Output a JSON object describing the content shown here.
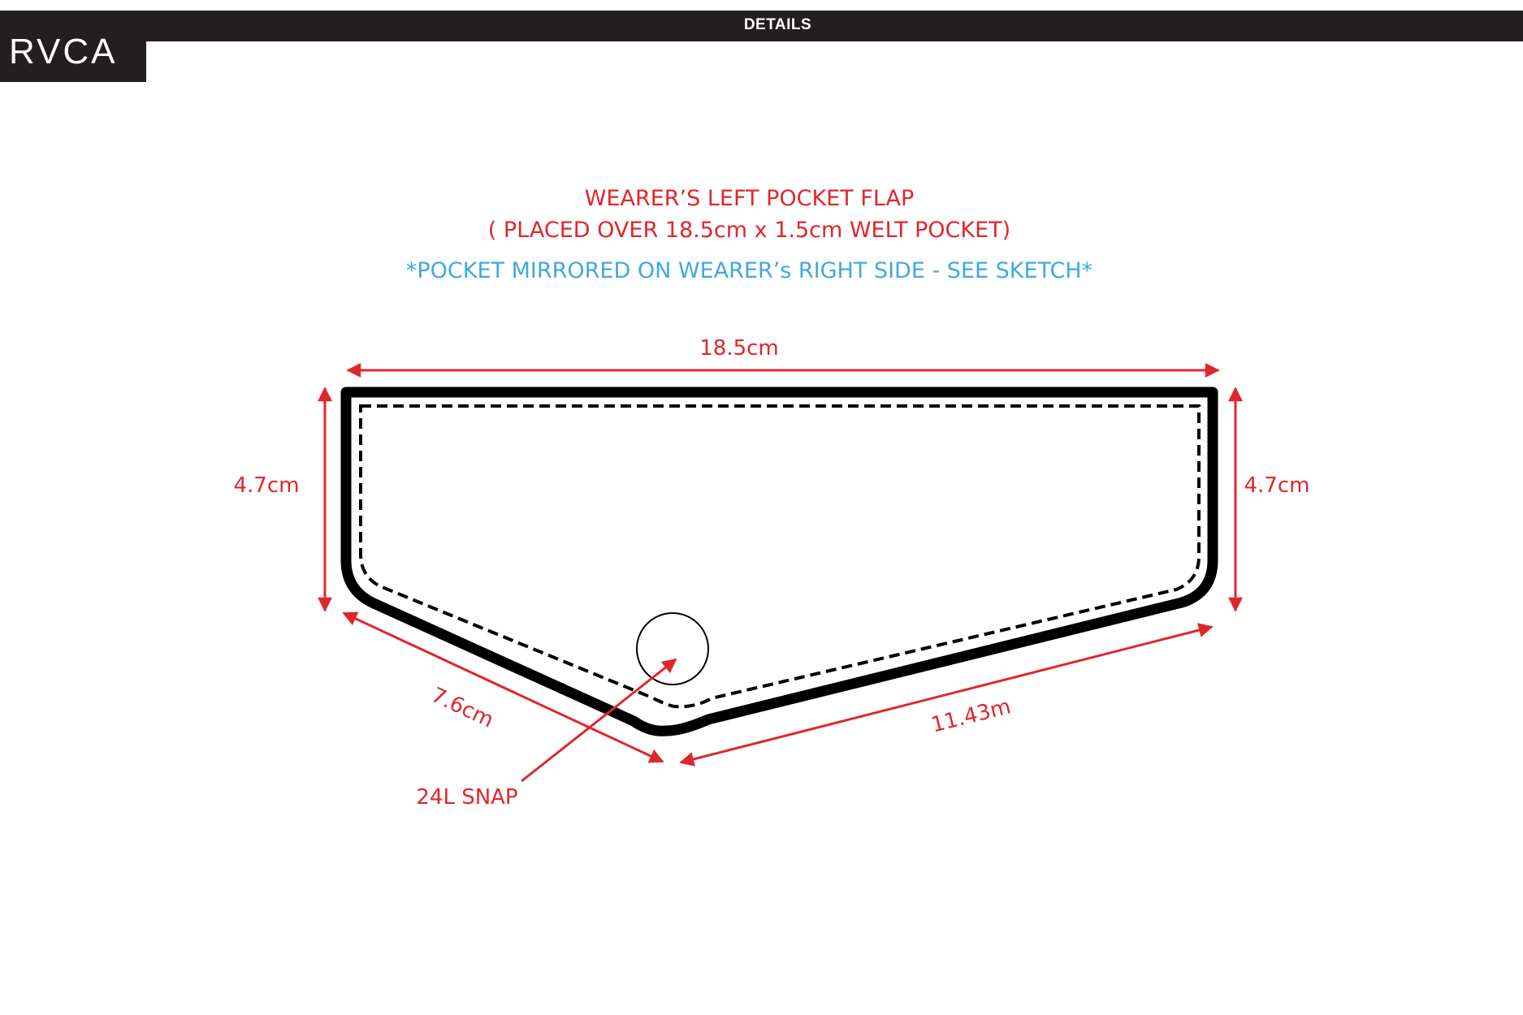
{
  "header": {
    "logo": "RVCA",
    "title": "DETAILS"
  },
  "notes": {
    "title": "WEARER’S LEFT POCKET FLAP",
    "subtitle": "( PLACED OVER 18.5cm x 1.5cm WELT POCKET)",
    "mirror_note": "*POCKET MIRRORED ON WEARER’s RIGHT SIDE - SEE SKETCH*"
  },
  "dimensions": {
    "top_width": "18.5cm",
    "left_height": "4.7cm",
    "right_height": "4.7cm",
    "bottom_left_edge": "7.6cm",
    "bottom_right_edge": "11.43m"
  },
  "callouts": {
    "snap": "24L SNAP"
  },
  "colors": {
    "header_bg": "#231f20",
    "header_text": "#ffffff",
    "dimension_red": "#e0262d",
    "note_blue": "#3fa9e0",
    "outline_black": "#000000"
  }
}
